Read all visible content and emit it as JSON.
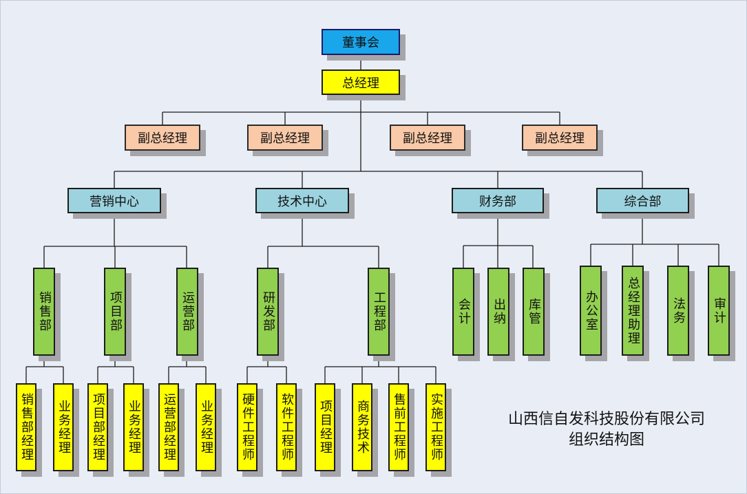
{
  "chart": {
    "board": "董事会",
    "gm": "总经理",
    "vps": [
      "副总经理",
      "副总经理",
      "副总经理",
      "副总经理"
    ],
    "centers": {
      "marketing": {
        "label": "营销中心",
        "depts": [
          {
            "label": "销售部",
            "roles": [
              "销售部经理",
              "业务经理"
            ]
          },
          {
            "label": "项目部",
            "roles": [
              "项目部经理",
              "业务经理"
            ]
          },
          {
            "label": "运营部",
            "roles": [
              "运营部经理",
              "业务经理"
            ]
          }
        ]
      },
      "tech": {
        "label": "技术中心",
        "depts": [
          {
            "label": "研发部",
            "roles": [
              "硬件工程师",
              "软件工程师"
            ]
          },
          {
            "label": "工程部",
            "roles": [
              "项目经理",
              "商务技术",
              "售前工程师",
              "实施工程师"
            ]
          }
        ]
      },
      "finance": {
        "label": "财务部",
        "depts": [
          {
            "label": "会计"
          },
          {
            "label": "出纳"
          },
          {
            "label": "库管"
          }
        ]
      },
      "general": {
        "label": "综合部",
        "depts": [
          {
            "label": "办公室"
          },
          {
            "label": "总经理助理"
          },
          {
            "label": "法务"
          },
          {
            "label": "审计"
          }
        ]
      }
    }
  },
  "caption": {
    "line1": "山西信自发科技股份有限公司",
    "line2": "组织结构图"
  },
  "colors": {
    "board": "#1aa6ea",
    "gm": "#ffff00",
    "vp": "#f9c9a8",
    "center": "#9cd3df",
    "dept": "#92d050",
    "role": "#ffff00",
    "background": "#e9eef6"
  }
}
